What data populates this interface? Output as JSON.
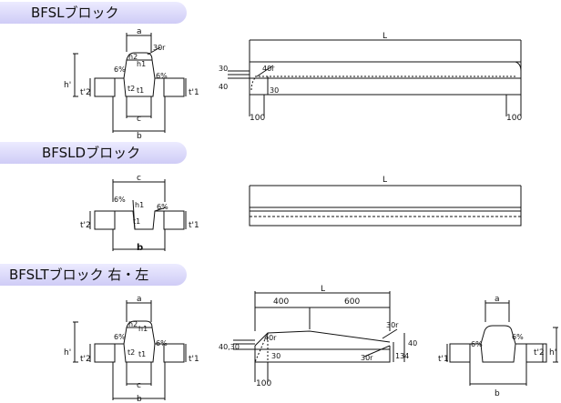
{
  "sections": [
    {
      "title": "BFSLブロック"
    },
    {
      "title": "BFSLDブロック"
    },
    {
      "title": "BFSLTブロック 右・左"
    }
  ],
  "labels": {
    "a": "a",
    "b": "b",
    "c": "c",
    "L": "L",
    "h": "h'",
    "h1": "h1",
    "h2": "h2",
    "t1p": "t'1",
    "t2p": "t'2",
    "t1": "t1",
    "t2": "t2",
    "slope": "6%",
    "r30": "30r",
    "r40": "40r",
    "n30": "30",
    "n40": "40",
    "n100": "100",
    "n400": "400",
    "n600": "600",
    "n134": "134",
    "n4030": "40,30"
  }
}
